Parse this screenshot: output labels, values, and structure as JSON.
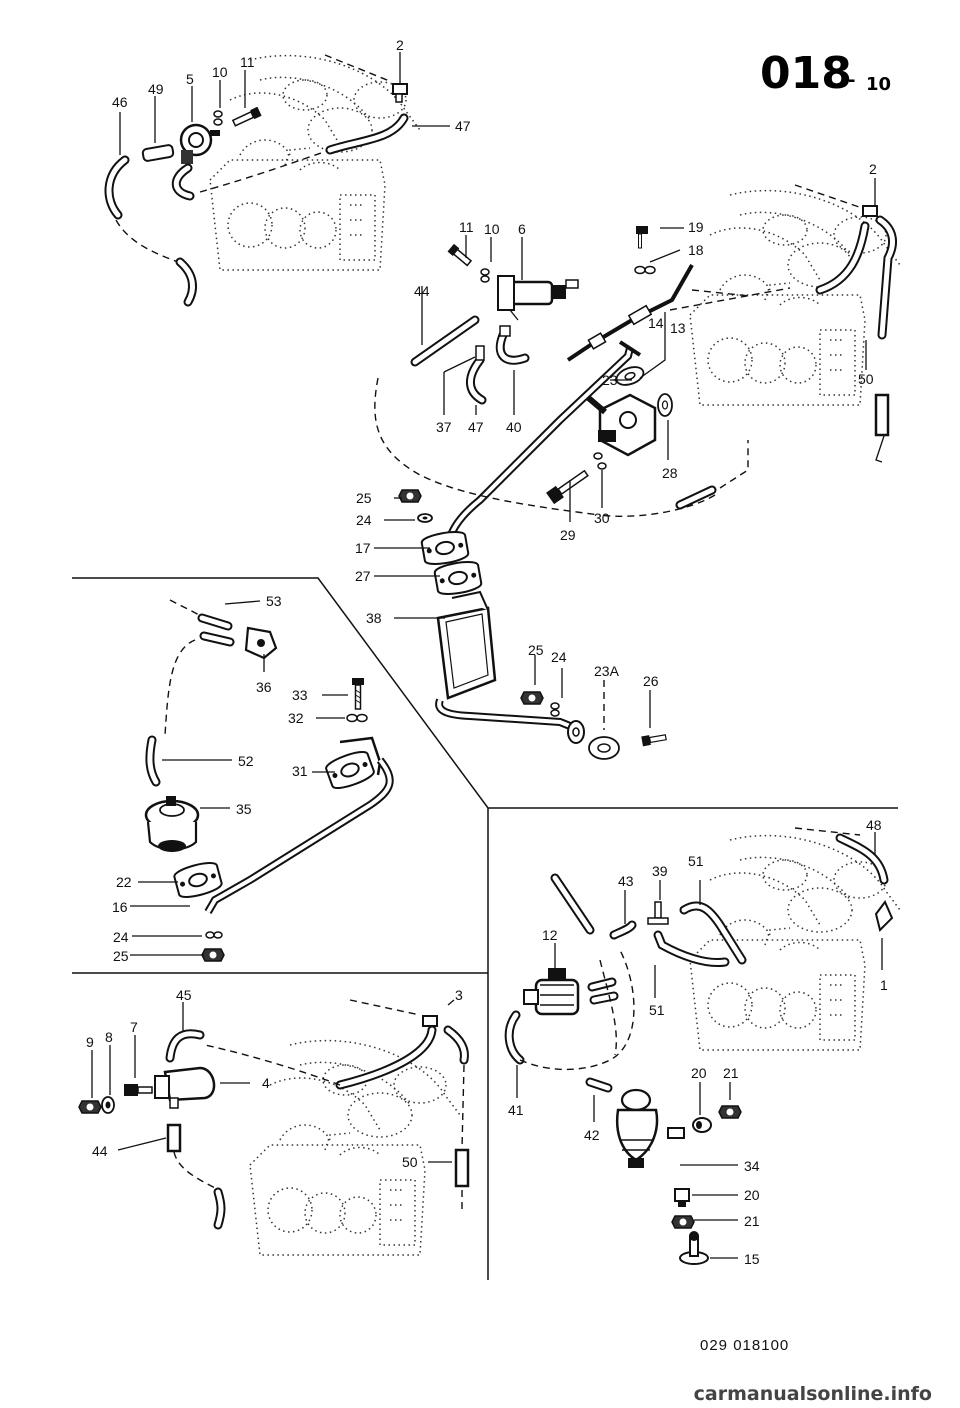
{
  "header": {
    "group_number": "018",
    "separator": "-",
    "sheet_number": "10"
  },
  "footer": {
    "drawing_code": "029 018100",
    "watermark": "carmanualsonline.info"
  },
  "callouts": {
    "c1": "1",
    "c2a": "2",
    "c2b": "2",
    "c3": "3",
    "c4": "4",
    "c5": "5",
    "c6": "6",
    "c7": "7",
    "c8": "8",
    "c9": "9",
    "c10a": "10",
    "c10b": "10",
    "c11a": "11",
    "c11b": "11",
    "c12": "12",
    "c13": "13",
    "c14": "14",
    "c15": "15",
    "c16": "16",
    "c17": "17",
    "c18": "18",
    "c19": "19",
    "c20a": "20",
    "c20b": "20",
    "c21a": "21",
    "c21b": "21",
    "c22": "22",
    "c23": "23",
    "c23a": "23A",
    "c24a": "24",
    "c24b": "24",
    "c24c": "24",
    "c25a": "25",
    "c25b": "25",
    "c25c": "25",
    "c26": "26",
    "c27": "27",
    "c28": "28",
    "c29": "29",
    "c30": "30",
    "c31": "31",
    "c32": "32",
    "c33": "33",
    "c34": "34",
    "c35": "35",
    "c36": "36",
    "c37": "37",
    "c38": "38",
    "c39": "39",
    "c40": "40",
    "c41": "41",
    "c42": "42",
    "c43": "43",
    "c44a": "44",
    "c44b": "44",
    "c45": "45",
    "c46": "46",
    "c47a": "47",
    "c47b": "47",
    "c48": "48",
    "c49": "49",
    "c50a": "50",
    "c50b": "50",
    "c51a": "51",
    "c51b": "51",
    "c52": "52",
    "c53": "53"
  }
}
